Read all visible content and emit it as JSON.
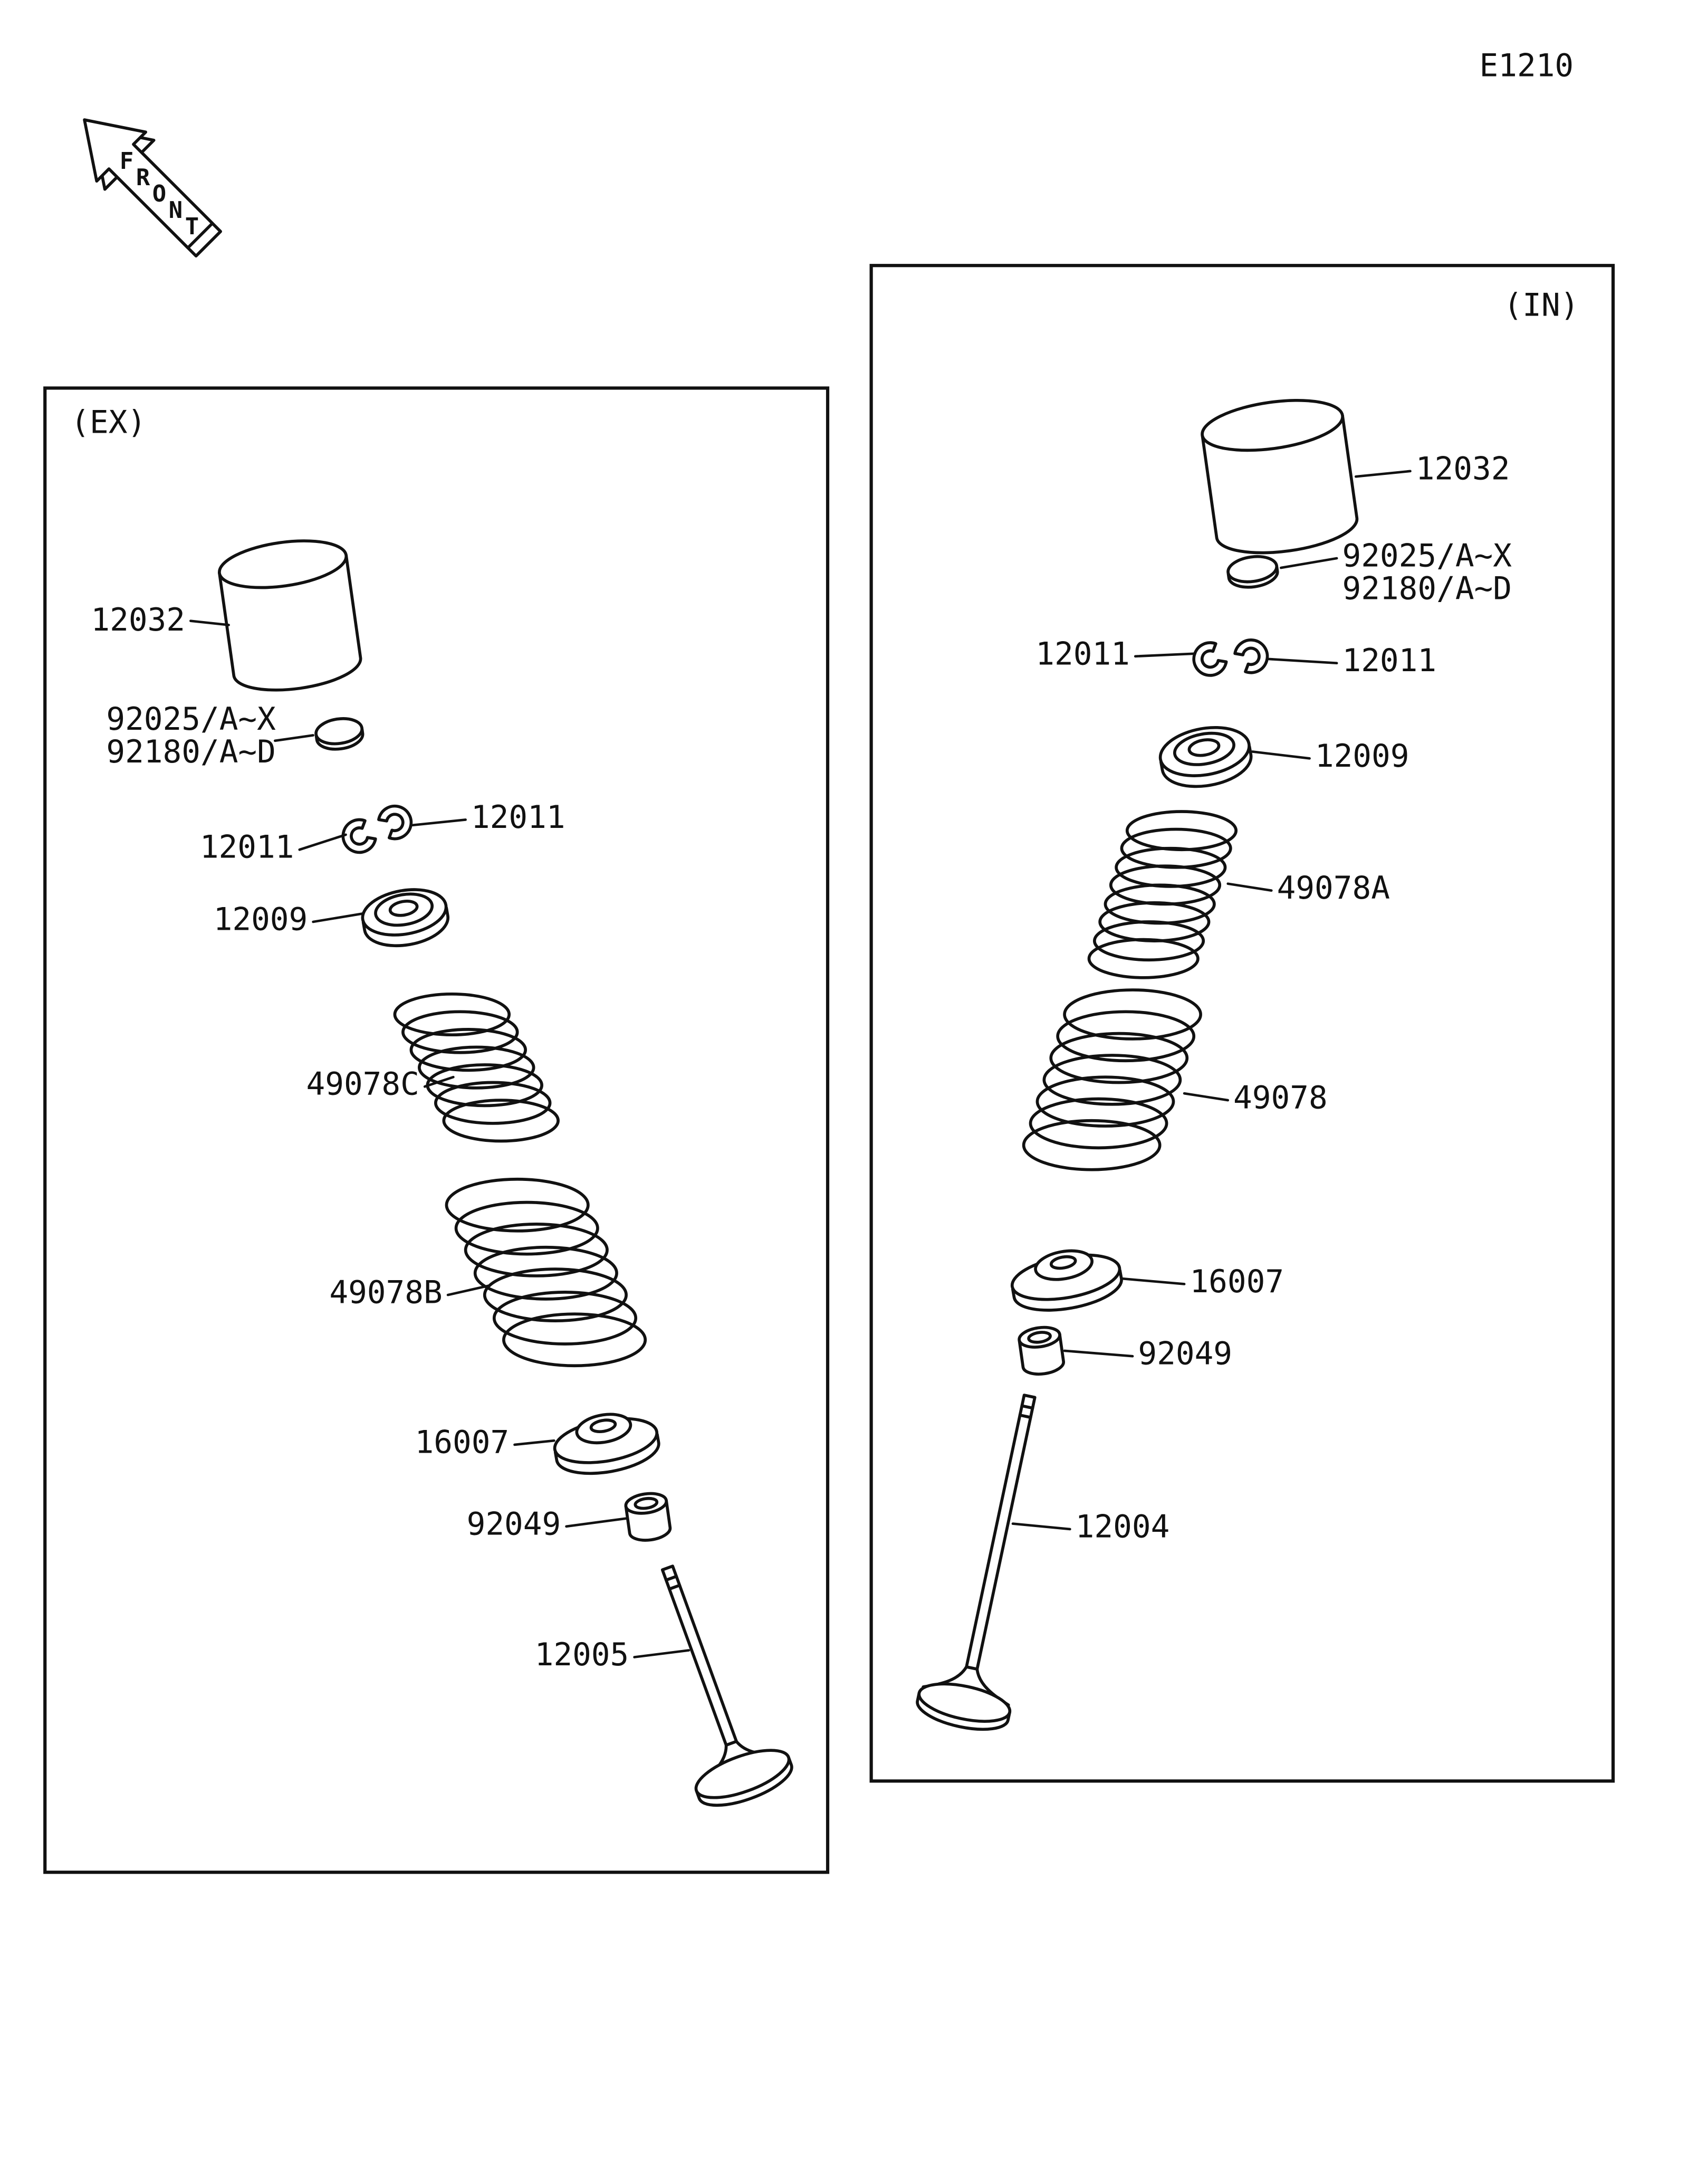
{
  "page_code": "E1210",
  "front_arrow": {
    "letters": [
      "F",
      "R",
      "O",
      "N",
      "T"
    ]
  },
  "boxes": {
    "ex": {
      "label": "(EX)",
      "labels": {
        "tappet": "12032",
        "shim_line1": "92025/A~X",
        "shim_line2": "92180/A~D",
        "cotter_right": "12011",
        "cotter_left": "12011",
        "retainer": "12009",
        "spring_inner": "49078C",
        "spring_outer": "49078B",
        "spring_seat": "16007",
        "seal": "92049",
        "valve": "12005"
      }
    },
    "in": {
      "label": "(IN)",
      "labels": {
        "tappet": "12032",
        "shim_line1": "92025/A~X",
        "shim_line2": "92180/A~D",
        "cotter_left": "12011",
        "cotter_right": "12011",
        "retainer": "12009",
        "spring_inner": "49078A",
        "spring_outer": "49078",
        "spring_seat": "16007",
        "seal": "92049",
        "valve": "12004"
      }
    }
  }
}
